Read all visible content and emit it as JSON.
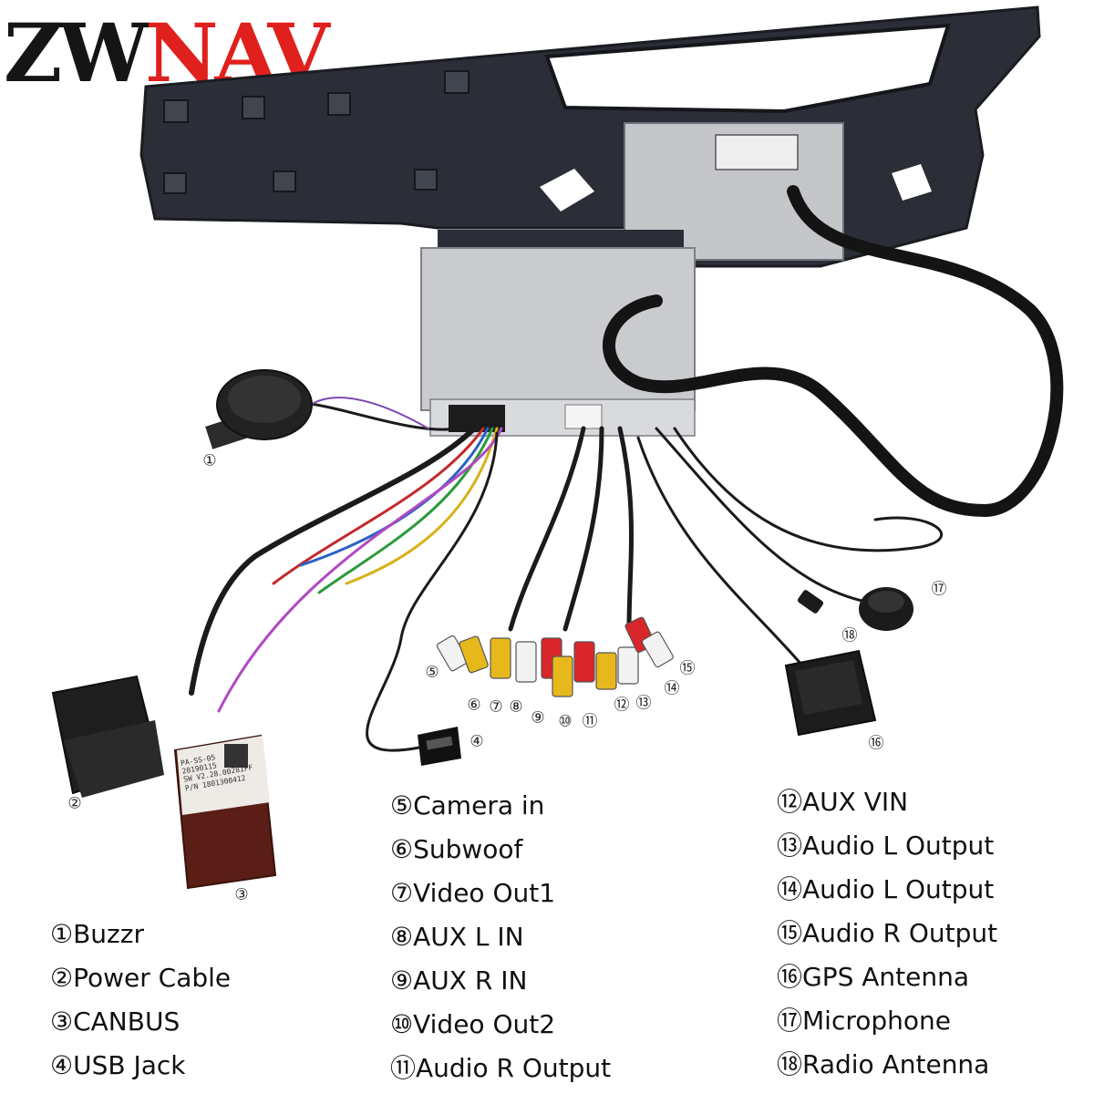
{
  "logo": {
    "part1": "ZW",
    "part2": "NAV"
  },
  "canbus_box_label": [
    "PA-SS-05",
    "20190115",
    "SW V2.28.00281FF",
    "P/N 1801300412"
  ],
  "callouts": {
    "c1": "①",
    "c2": "②",
    "c3": "③",
    "c4": "④",
    "c5": "⑤",
    "c6": "⑥",
    "c7": "⑦",
    "c8": "⑧",
    "c9": "⑨",
    "c10": "⑩",
    "c11": "⑪",
    "c12": "⑫",
    "c13": "⑬",
    "c14": "⑭",
    "c15": "⑮",
    "c16": "⑯",
    "c17": "⑰",
    "c18": "⑱"
  },
  "legend": {
    "col1": [
      "①Buzzr",
      "②Power Cable",
      "③CANBUS",
      "④USB Jack"
    ],
    "col2": [
      "⑤Camera in",
      "⑥Subwoof",
      "⑦Video Out1",
      "⑧AUX L IN",
      "⑨AUX R IN",
      "⑩Video Out2",
      "⑪Audio R Output"
    ],
    "col3": [
      "⑫AUX VIN",
      "⑬Audio L Output",
      "⑭Audio L Output",
      "⑮Audio R Output",
      "⑯GPS Antenna",
      "⑰Microphone",
      "⑱Radio Antenna"
    ]
  },
  "colors": {
    "brand_dark": "#151515",
    "brand_red": "#e0201c",
    "panel": "#2b2e36",
    "unit": "#c9cbcf",
    "rca_red": "#d8262a",
    "rca_yellow": "#e6b81c",
    "rca_white": "#f2f2f2",
    "canbus_box": "#5a1e16"
  }
}
